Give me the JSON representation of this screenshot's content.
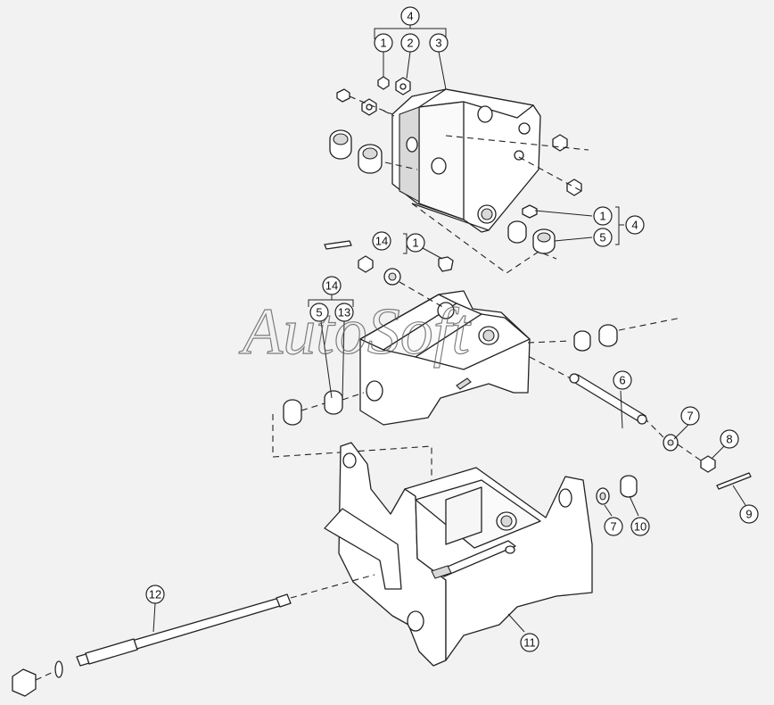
{
  "watermark": "AutoSoft",
  "callouts": [
    {
      "id": "c-4-top",
      "label": "4"
    },
    {
      "id": "c-1-top",
      "label": "1"
    },
    {
      "id": "c-2-top",
      "label": "2"
    },
    {
      "id": "c-3-top",
      "label": "3"
    },
    {
      "id": "c-1-right",
      "label": "1"
    },
    {
      "id": "c-4-right",
      "label": "4"
    },
    {
      "id": "c-5-right",
      "label": "5"
    },
    {
      "id": "c-14-mid",
      "label": "14"
    },
    {
      "id": "c-1-mid",
      "label": "1"
    },
    {
      "id": "c-14-left",
      "label": "14"
    },
    {
      "id": "c-5-left",
      "label": "5"
    },
    {
      "id": "c-13-left",
      "label": "13"
    },
    {
      "id": "c-6",
      "label": "6"
    },
    {
      "id": "c-7-top",
      "label": "7"
    },
    {
      "id": "c-8",
      "label": "8"
    },
    {
      "id": "c-9",
      "label": "9"
    },
    {
      "id": "c-7-bottom",
      "label": "7"
    },
    {
      "id": "c-10",
      "label": "10"
    },
    {
      "id": "c-11",
      "label": "11"
    },
    {
      "id": "c-12",
      "label": "12"
    }
  ]
}
